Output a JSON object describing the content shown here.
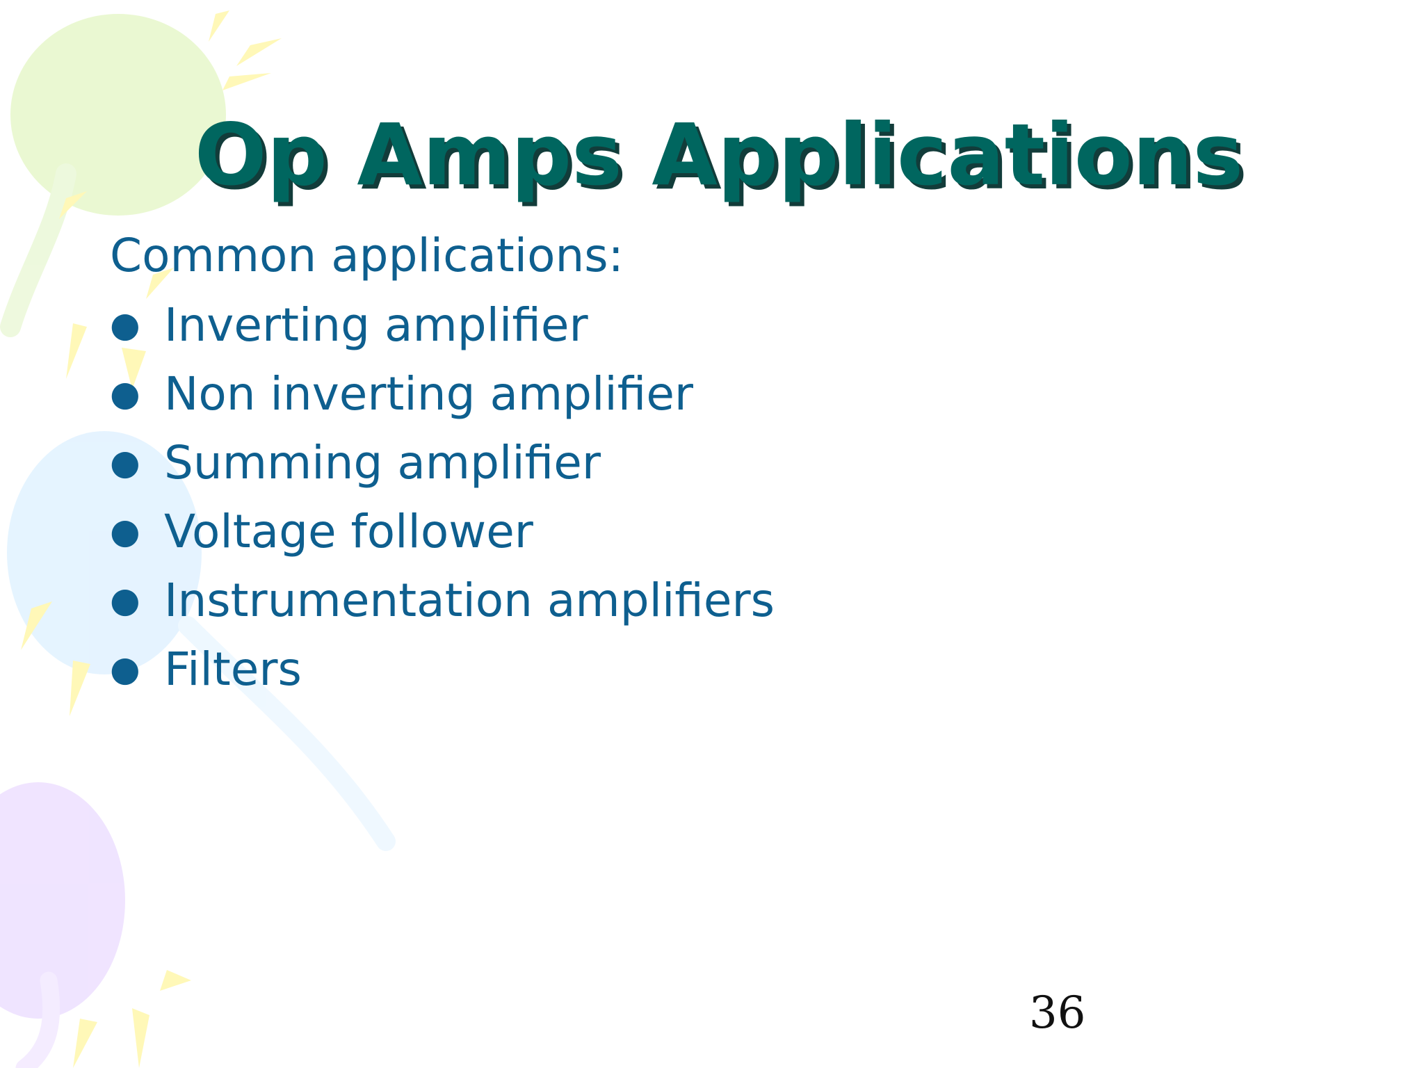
{
  "slide": {
    "title": "Op Amps Applications",
    "intro": "Common applications:",
    "bullets": [
      "Inverting amplifier",
      "Non inverting amplifier",
      "Summing amplifier",
      "Voltage follower",
      "Instrumentation amplifiers",
      "Filters"
    ],
    "page_number": "36"
  },
  "colors": {
    "title": "#00665f",
    "title_shadow": "#123c3a",
    "body_text": "#0e5f8f",
    "page_number": "#111111",
    "balloon_green": "#e9f8d0",
    "balloon_blue": "#e4f3ff",
    "balloon_purple": "#efe3ff",
    "confetti_yellow": "#fff8b8"
  }
}
